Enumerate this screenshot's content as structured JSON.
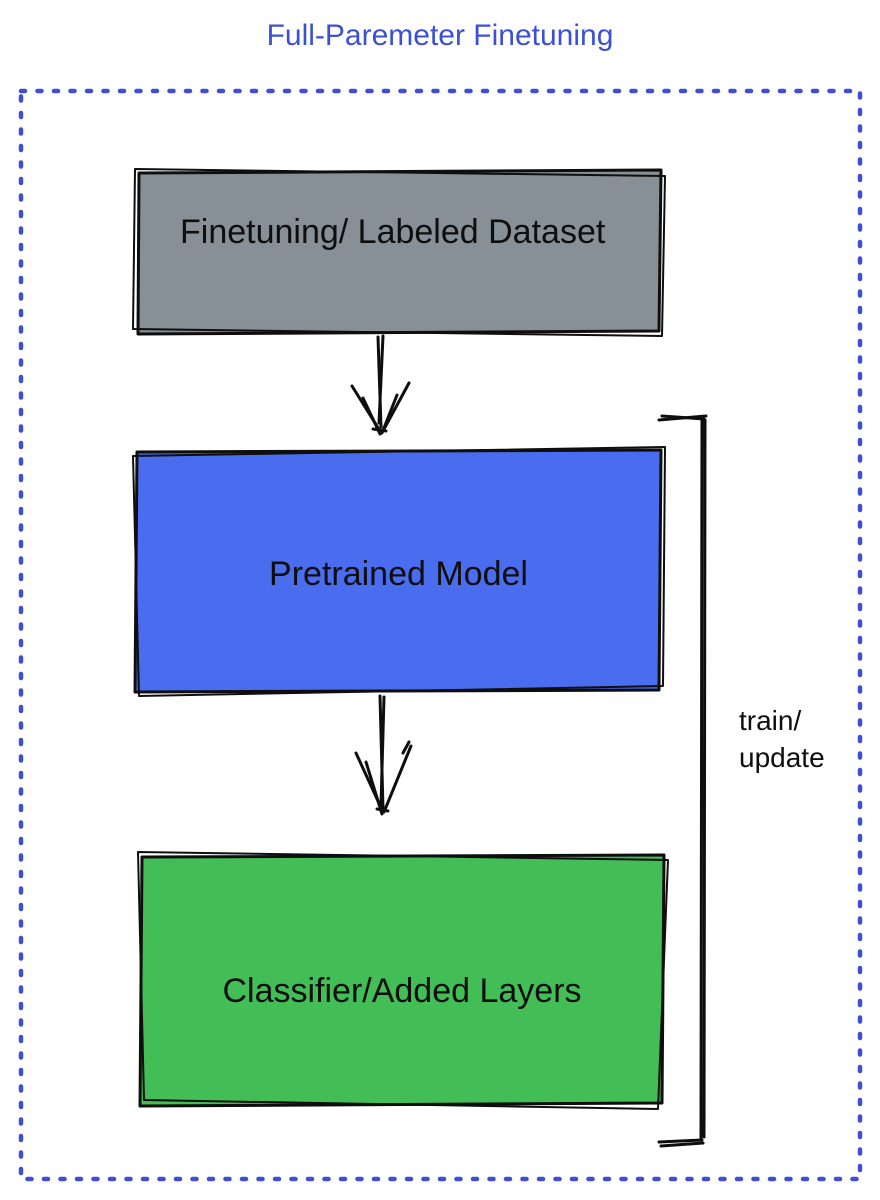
{
  "title": {
    "text": "Full-Paremeter Finetuning",
    "color": "#3b50d5"
  },
  "frame": {
    "border_color": "#3d4fd2",
    "style": "dotted"
  },
  "ink_color": "#0e0e0e",
  "boxes": [
    {
      "label": "Finetuning/ Labeled Dataset",
      "fill": "#879096"
    },
    {
      "label": "Pretrained Model",
      "fill": "#4a6df0"
    },
    {
      "label": "Classifier/Added Layers",
      "fill": "#43bd55"
    }
  ],
  "arrows": [
    {
      "name": "dataset-to-pretrained",
      "direction": "down"
    },
    {
      "name": "pretrained-to-classifier",
      "direction": "down"
    }
  ],
  "bracket": {
    "line1": "train/",
    "line2": "update"
  }
}
